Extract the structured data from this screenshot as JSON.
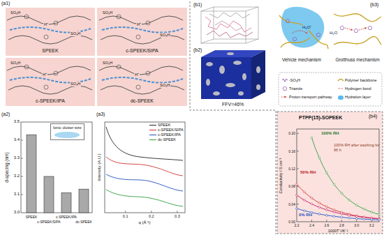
{
  "diagram": {
    "nodes": [
      {
        "text": [
          "SPEEK"
        ]
      },
      {
        "text": [
          "c-SPEEK/SIPA"
        ]
      },
      {
        "text": [
          "c-SPEEK/IPA"
        ]
      },
      {
        "text": [
          "dc-SPEEK"
        ]
      },
      {
        "text": [
          "Ionic cluster size"
        ]
      }
    ],
    "labels": [
      "(a1)",
      "(a2)",
      "(a3)",
      "(b1)",
      "(b2)",
      "(b3)",
      "(b4)",
      "SO₃H",
      "SO₃H",
      "H⁺",
      "SO₃H",
      "SO₃H",
      "H⁺",
      "SO₃H",
      "SO₃H",
      "H⁺",
      "SO₃H",
      "SO₃H",
      "H⁺",
      "3.5",
      "3.4",
      "3.3",
      "3.2",
      "3.1",
      "3.0",
      "d-spacing (nm)",
      "SPEEK",
      "c-SPEEK/SIPA",
      "c-SPEEK/IPA",
      "dc-SPEEK",
      "Intensity (A.U.)",
      "0.1",
      "0.2",
      "0.3",
      "q (Å⁻¹)",
      "FFV=46%",
      "H₃O⁺",
      "H₂O",
      "Vehicle mechanism",
      "Grotthuss mechanism",
      "PTPP(15)-SOPEEK",
      "Conductivity / S cm⁻¹",
      "0.00",
      "0.04",
      "0.08",
      "0.12",
      "0.16",
      "0.20",
      "2.2",
      "2.4",
      "2.6",
      "2.8",
      "3.0",
      "3.2",
      "1000T⁻¹/K⁻¹",
      "100% RH",
      "50% RH",
      "100% RH after washing for 96 h",
      "0% RH"
    ],
    "legend": [
      {
        "text": "SPEEK"
      },
      {
        "text": "c-SPEEK/SIPA"
      },
      {
        "text": "c-SPEEK/IPA"
      },
      {
        "text": "dc-SPEEK"
      },
      {
        "text": "-SO₃H"
      },
      {
        "text": "Triazole"
      },
      {
        "text": "Proton transport pathway"
      },
      {
        "text": "Polymer backbone"
      },
      {
        "text": "Hydrogen bond"
      },
      {
        "text": "Hydration layer",
        "color": "#5ab8ea"
      }
    ]
  }
}
